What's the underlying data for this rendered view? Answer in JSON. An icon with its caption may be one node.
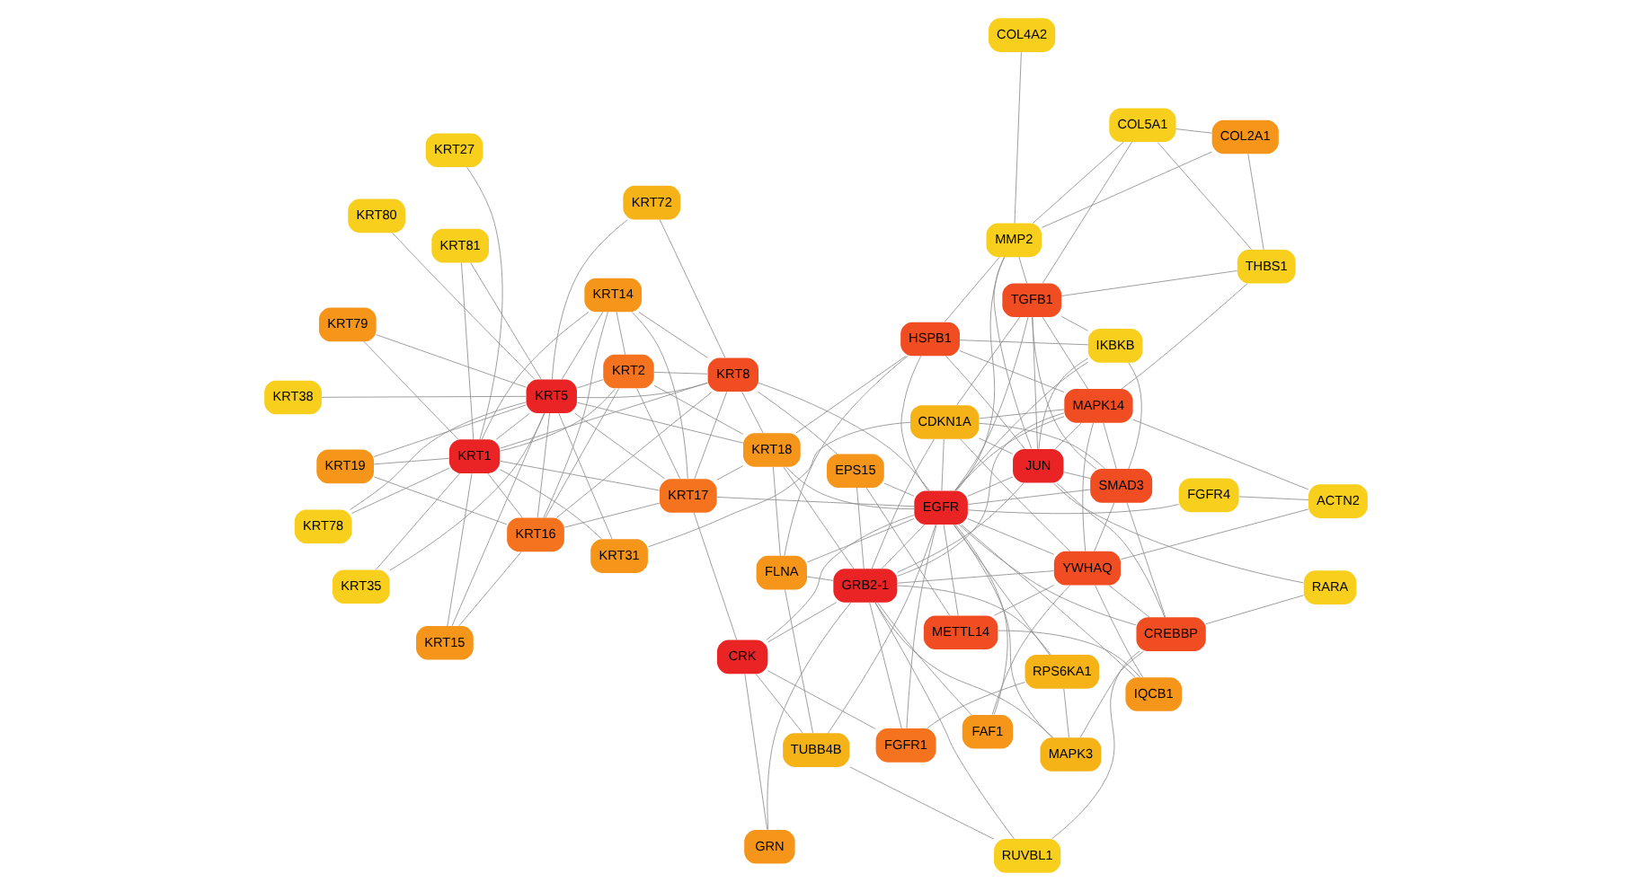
{
  "diagram": {
    "nodes": [
      {
        "text": [
          "GRN"
        ]
      },
      {
        "text": [
          "KRT15"
        ]
      },
      {
        "text": [
          "KRT35"
        ]
      },
      {
        "text": [
          "RPS6KA1"
        ]
      },
      {
        "text": [
          "FGFR1"
        ]
      },
      {
        "text": [
          "KRT38"
        ]
      },
      {
        "text": [
          "KRT16"
        ]
      },
      {
        "text": [
          "CRK"
        ]
      },
      {
        "text": [
          "RUVBL1"
        ]
      },
      {
        "text": [
          "RARA"
        ]
      },
      {
        "text": [
          "KRT17"
        ]
      },
      {
        "text": [
          "CREBBP"
        ]
      },
      {
        "text": [
          "TUBB4B"
        ]
      },
      {
        "text": [
          "KRT19"
        ]
      },
      {
        "text": [
          "KRT14"
        ]
      },
      {
        "text": [
          "MAPK3"
        ]
      },
      {
        "text": [
          "GRB2-1"
        ]
      },
      {
        "text": [
          "JUN"
        ]
      },
      {
        "text": [
          "KRT2"
        ]
      },
      {
        "text": [
          "KRT80"
        ]
      },
      {
        "text": [
          "KRT5"
        ]
      },
      {
        "text": [
          "FAF1"
        ]
      },
      {
        "text": [
          "FLNA"
        ]
      },
      {
        "text": [
          "COL4A2"
        ]
      },
      {
        "text": [
          "KRT18"
        ]
      },
      {
        "text": [
          "KRT8"
        ]
      },
      {
        "text": [
          "HSPB1"
        ]
      },
      {
        "text": [
          "KRT72"
        ]
      },
      {
        "text": [
          "EGFR"
        ]
      },
      {
        "text": [
          "SMAD3"
        ]
      },
      {
        "text": [
          "MMP2"
        ]
      },
      {
        "text": [
          "KRT79"
        ]
      },
      {
        "text": [
          "KRT1"
        ]
      },
      {
        "text": [
          "EPS15"
        ]
      },
      {
        "text": [
          "IKBKB"
        ]
      },
      {
        "text": [
          "IQCB1"
        ]
      },
      {
        "text": [
          "TGFB1"
        ]
      },
      {
        "text": [
          "KRT81"
        ]
      },
      {
        "text": [
          "KRT78"
        ]
      },
      {
        "text": [
          "METTL14"
        ]
      },
      {
        "text": [
          "YWHAQ"
        ]
      },
      {
        "text": [
          "COL5A1"
        ]
      },
      {
        "text": [
          "MAPK14"
        ]
      },
      {
        "text": [
          "KRT27"
        ]
      },
      {
        "text": [
          "THBS1"
        ]
      },
      {
        "text": [
          "KRT31"
        ]
      },
      {
        "text": [
          "CDKN1A"
        ]
      },
      {
        "text": [
          "ACTN2"
        ]
      },
      {
        "text": [
          "COL2A1"
        ]
      },
      {
        "text": [
          "FGFR4"
        ]
      }
    ],
    "edges": [
      {
        "from": 20,
        "to": 1,
        "arrow": "none"
      },
      {
        "from": 20,
        "to": 6,
        "arrow": "none"
      },
      {
        "from": 20,
        "to": 10,
        "arrow": "none"
      },
      {
        "from": 20,
        "to": 13,
        "arrow": "none"
      },
      {
        "from": 20,
        "to": 14,
        "arrow": "none"
      },
      {
        "from": 20,
        "to": 18,
        "arrow": "none"
      },
      {
        "from": 20,
        "to": 19,
        "arrow": "none"
      },
      {
        "from": 20,
        "to": 25,
        "arrow": "none"
      },
      {
        "from": 20,
        "to": 31,
        "arrow": "none"
      },
      {
        "from": 20,
        "to": 32,
        "arrow": "none"
      },
      {
        "from": 20,
        "to": 37,
        "arrow": "none"
      },
      {
        "from": 20,
        "to": 38,
        "arrow": "none"
      },
      {
        "from": 20,
        "to": 45,
        "arrow": "none"
      },
      {
        "from": 20,
        "to": 5,
        "arrow": "none"
      },
      {
        "from": 20,
        "to": 2,
        "arrow": "none"
      },
      {
        "from": 20,
        "to": 24,
        "arrow": "none"
      },
      {
        "from": 20,
        "to": 27,
        "arrow": "none"
      },
      {
        "from": 25,
        "to": 24,
        "arrow": "none"
      },
      {
        "from": 25,
        "to": 28,
        "arrow": "none"
      },
      {
        "from": 25,
        "to": 32,
        "arrow": "none"
      },
      {
        "from": 25,
        "to": 18,
        "arrow": "none"
      },
      {
        "from": 25,
        "to": 10,
        "arrow": "none"
      },
      {
        "from": 25,
        "to": 14,
        "arrow": "none"
      },
      {
        "from": 25,
        "to": 27,
        "arrow": "none"
      },
      {
        "from": 25,
        "to": 33,
        "arrow": "none"
      },
      {
        "from": 25,
        "to": 6,
        "arrow": "none"
      },
      {
        "from": 32,
        "to": 18,
        "arrow": "none"
      },
      {
        "from": 32,
        "to": 10,
        "arrow": "none"
      },
      {
        "from": 32,
        "to": 6,
        "arrow": "none"
      },
      {
        "from": 32,
        "to": 14,
        "arrow": "none"
      },
      {
        "from": 32,
        "to": 13,
        "arrow": "none"
      },
      {
        "from": 32,
        "to": 31,
        "arrow": "none"
      },
      {
        "from": 32,
        "to": 37,
        "arrow": "none"
      },
      {
        "from": 32,
        "to": 38,
        "arrow": "none"
      },
      {
        "from": 32,
        "to": 43,
        "arrow": "none"
      },
      {
        "from": 32,
        "to": 45,
        "arrow": "none"
      },
      {
        "from": 32,
        "to": 2,
        "arrow": "none"
      },
      {
        "from": 32,
        "to": 1,
        "arrow": "none"
      },
      {
        "from": 18,
        "to": 10,
        "arrow": "none"
      },
      {
        "from": 18,
        "to": 14,
        "arrow": "none"
      },
      {
        "from": 18,
        "to": 6,
        "arrow": "none"
      },
      {
        "from": 18,
        "to": 24,
        "arrow": "none"
      },
      {
        "from": 10,
        "to": 6,
        "arrow": "none"
      },
      {
        "from": 10,
        "to": 14,
        "arrow": "none"
      },
      {
        "from": 10,
        "to": 24,
        "arrow": "none"
      },
      {
        "from": 10,
        "to": 28,
        "arrow": "none"
      },
      {
        "from": 10,
        "to": 7,
        "arrow": "none"
      },
      {
        "from": 6,
        "to": 14,
        "arrow": "none"
      },
      {
        "from": 6,
        "to": 1,
        "arrow": "none"
      },
      {
        "from": 6,
        "to": 13,
        "arrow": "none"
      },
      {
        "from": 24,
        "to": 28,
        "arrow": "none"
      },
      {
        "from": 24,
        "to": 16,
        "arrow": "none"
      },
      {
        "from": 24,
        "to": 22,
        "arrow": "none"
      },
      {
        "from": 24,
        "to": 26,
        "arrow": "none"
      },
      {
        "from": 28,
        "to": 16,
        "arrow": "none"
      },
      {
        "from": 28,
        "to": 7,
        "arrow": "none"
      },
      {
        "from": 28,
        "to": 4,
        "arrow": "none"
      },
      {
        "from": 28,
        "to": 17,
        "arrow": "none"
      },
      {
        "from": 28,
        "to": 26,
        "arrow": "none"
      },
      {
        "from": 28,
        "to": 29,
        "arrow": "none"
      },
      {
        "from": 28,
        "to": 33,
        "arrow": "none"
      },
      {
        "from": 28,
        "to": 35,
        "arrow": "none"
      },
      {
        "from": 28,
        "to": 36,
        "arrow": "none"
      },
      {
        "from": 28,
        "to": 40,
        "arrow": "none"
      },
      {
        "from": 28,
        "to": 42,
        "arrow": "none"
      },
      {
        "from": 28,
        "to": 46,
        "arrow": "none"
      },
      {
        "from": 28,
        "to": 15,
        "arrow": "none"
      },
      {
        "from": 28,
        "to": 3,
        "arrow": "none"
      },
      {
        "from": 28,
        "to": 12,
        "arrow": "none"
      },
      {
        "from": 28,
        "to": 21,
        "arrow": "none"
      },
      {
        "from": 28,
        "to": 22,
        "arrow": "none"
      },
      {
        "from": 28,
        "to": 30,
        "arrow": "none"
      },
      {
        "from": 28,
        "to": 34,
        "arrow": "none"
      },
      {
        "from": 28,
        "to": 49,
        "arrow": "none"
      },
      {
        "from": 28,
        "to": 39,
        "arrow": "none"
      },
      {
        "from": 28,
        "to": 11,
        "arrow": "none"
      },
      {
        "from": 16,
        "to": 7,
        "arrow": "none"
      },
      {
        "from": 16,
        "to": 4,
        "arrow": "none"
      },
      {
        "from": 16,
        "to": 33,
        "arrow": "none"
      },
      {
        "from": 16,
        "to": 3,
        "arrow": "none"
      },
      {
        "from": 16,
        "to": 15,
        "arrow": "none"
      },
      {
        "from": 16,
        "to": 22,
        "arrow": "none"
      },
      {
        "from": 16,
        "to": 40,
        "arrow": "none"
      },
      {
        "from": 16,
        "to": 42,
        "arrow": "none"
      },
      {
        "from": 16,
        "to": 17,
        "arrow": "none"
      },
      {
        "from": 16,
        "to": 46,
        "arrow": "none"
      },
      {
        "from": 17,
        "to": 11,
        "arrow": "none"
      },
      {
        "from": 17,
        "to": 9,
        "arrow": "none"
      },
      {
        "from": 17,
        "to": 29,
        "arrow": "none"
      },
      {
        "from": 17,
        "to": 36,
        "arrow": "none"
      },
      {
        "from": 17,
        "to": 42,
        "arrow": "none"
      },
      {
        "from": 17,
        "to": 26,
        "arrow": "none"
      },
      {
        "from": 17,
        "to": 46,
        "arrow": "none"
      },
      {
        "from": 17,
        "to": 34,
        "arrow": "none"
      },
      {
        "from": 17,
        "to": 30,
        "arrow": "none"
      },
      {
        "from": 11,
        "to": 29,
        "arrow": "none"
      },
      {
        "from": 11,
        "to": 8,
        "arrow": "none"
      },
      {
        "from": 11,
        "to": 9,
        "arrow": "none"
      },
      {
        "from": 11,
        "to": 15,
        "arrow": "none"
      },
      {
        "from": 11,
        "to": 40,
        "arrow": "none"
      },
      {
        "from": 29,
        "to": 36,
        "arrow": "none"
      },
      {
        "from": 29,
        "to": 42,
        "arrow": "none"
      },
      {
        "from": 29,
        "to": 40,
        "arrow": "none"
      },
      {
        "from": 29,
        "to": 46,
        "arrow": "none"
      },
      {
        "from": 29,
        "to": 34,
        "arrow": "none"
      },
      {
        "from": 36,
        "to": 44,
        "arrow": "none"
      },
      {
        "from": 36,
        "to": 30,
        "arrow": "none"
      },
      {
        "from": 36,
        "to": 41,
        "arrow": "none"
      },
      {
        "from": 36,
        "to": 42,
        "arrow": "none"
      },
      {
        "from": 36,
        "to": 46,
        "arrow": "none"
      },
      {
        "from": 36,
        "to": 34,
        "arrow": "none"
      },
      {
        "from": 42,
        "to": 40,
        "arrow": "none"
      },
      {
        "from": 42,
        "to": 47,
        "arrow": "none"
      },
      {
        "from": 42,
        "to": 26,
        "arrow": "none"
      },
      {
        "from": 42,
        "to": 44,
        "arrow": "none"
      },
      {
        "from": 42,
        "to": 46,
        "arrow": "none"
      },
      {
        "from": 26,
        "to": 22,
        "arrow": "none"
      },
      {
        "from": 26,
        "to": 30,
        "arrow": "none"
      },
      {
        "from": 26,
        "to": 34,
        "arrow": "none"
      },
      {
        "from": 23,
        "to": 30,
        "arrow": "none"
      },
      {
        "from": 30,
        "to": 41,
        "arrow": "none"
      },
      {
        "from": 41,
        "to": 48,
        "arrow": "none"
      },
      {
        "from": 44,
        "to": 48,
        "arrow": "none"
      },
      {
        "from": 44,
        "to": 41,
        "arrow": "none"
      },
      {
        "from": 30,
        "to": 48,
        "arrow": "none"
      },
      {
        "from": 49,
        "to": 47,
        "arrow": "none"
      },
      {
        "from": 47,
        "to": 40,
        "arrow": "none"
      },
      {
        "from": 45,
        "to": 46,
        "arrow": "none"
      },
      {
        "from": 39,
        "to": 40,
        "arrow": "none"
      },
      {
        "from": 39,
        "to": 35,
        "arrow": "none"
      },
      {
        "from": 39,
        "to": 33,
        "arrow": "none"
      },
      {
        "from": 40,
        "to": 35,
        "arrow": "none"
      },
      {
        "from": 40,
        "to": 46,
        "arrow": "none"
      },
      {
        "from": 40,
        "to": 21,
        "arrow": "none"
      },
      {
        "from": 0,
        "to": 16,
        "arrow": "none"
      },
      {
        "from": 0,
        "to": 7,
        "arrow": "none"
      },
      {
        "from": 3,
        "to": 15,
        "arrow": "none"
      },
      {
        "from": 3,
        "to": 4,
        "arrow": "none"
      },
      {
        "from": 4,
        "to": 7,
        "arrow": "none"
      },
      {
        "from": 8,
        "to": 12,
        "arrow": "none"
      },
      {
        "from": 8,
        "to": 16,
        "arrow": "none"
      },
      {
        "from": 12,
        "to": 7,
        "arrow": "none"
      },
      {
        "from": 12,
        "to": 22,
        "arrow": "none"
      },
      {
        "from": 21,
        "to": 16,
        "arrow": "none"
      }
    ]
  }
}
